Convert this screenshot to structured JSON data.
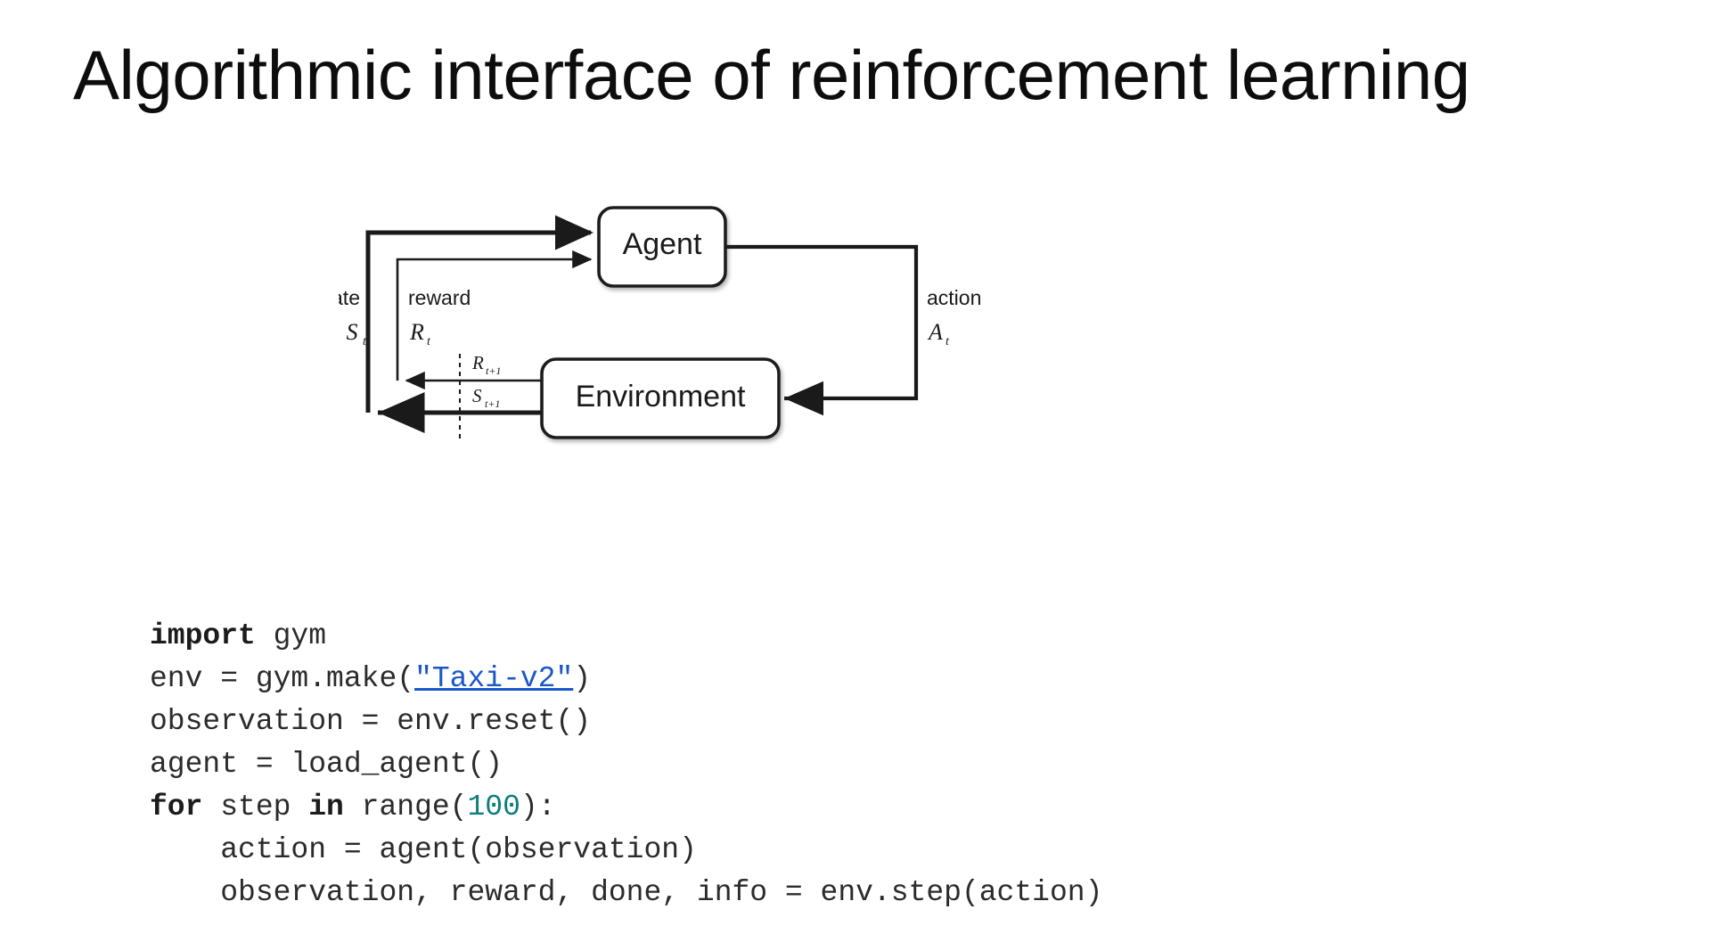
{
  "slide": {
    "title": "Algorithmic interface of reinforcement learning",
    "background_color": "#ffffff",
    "text_color": "#0d0d0d"
  },
  "diagram": {
    "name": "agent-environment-interaction-loop",
    "agent_box_label": "Agent",
    "environment_box_label": "Environment",
    "labels": {
      "state_word": "state",
      "state_symbol": "S",
      "state_subscript": "t",
      "reward_word": "reward",
      "reward_symbol": "R",
      "reward_subscript": "t",
      "action_word": "action",
      "action_symbol": "A",
      "action_subscript": "t",
      "next_reward_symbol": "R",
      "next_reward_subscript": "t+1",
      "next_state_symbol": "S",
      "next_state_subscript": "t+1"
    },
    "stroke_color": "#1a1a1a"
  },
  "code": {
    "language": "python",
    "link_color": "#1a57c8",
    "number_color": "#0d7d7d",
    "keyword_color": "#1c1c1c",
    "lines": [
      {
        "id": "line-1",
        "tokens": [
          {
            "t": "import",
            "k": "kw"
          },
          {
            "t": " gym",
            "k": "plain"
          }
        ]
      },
      {
        "id": "line-2",
        "tokens": [
          {
            "t": "env = gym.make(",
            "k": "plain"
          },
          {
            "t": "\"Taxi-v2\"",
            "k": "lnk"
          },
          {
            "t": ")",
            "k": "plain"
          }
        ]
      },
      {
        "id": "line-3",
        "tokens": [
          {
            "t": "observation = env.reset()",
            "k": "plain"
          }
        ]
      },
      {
        "id": "line-4",
        "tokens": [
          {
            "t": "agent = load_agent()",
            "k": "plain"
          }
        ]
      },
      {
        "id": "line-5",
        "tokens": [
          {
            "t": "for",
            "k": "kw"
          },
          {
            "t": " step ",
            "k": "plain"
          },
          {
            "t": "in",
            "k": "kw"
          },
          {
            "t": " range(",
            "k": "plain"
          },
          {
            "t": "100",
            "k": "num"
          },
          {
            "t": "):",
            "k": "plain"
          }
        ]
      },
      {
        "id": "line-6",
        "tokens": [
          {
            "t": "    action = agent(observation)",
            "k": "plain"
          }
        ]
      },
      {
        "id": "line-7",
        "tokens": [
          {
            "t": "    observation, reward, done, info = env.step(action)",
            "k": "plain"
          }
        ]
      }
    ]
  }
}
